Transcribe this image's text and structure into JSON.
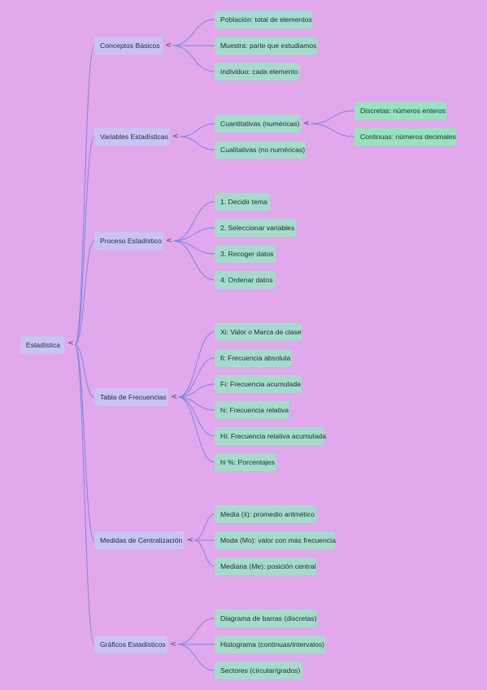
{
  "colors": {
    "background": "#e1a8ec",
    "root_node": "#c9c3f3",
    "category_node": "#c9c3f3",
    "leaf_node": "#a4dccb",
    "subleaf_node": "#96e3bd",
    "connector": "#7a86e0"
  },
  "collapse_glyph": "<",
  "mindmap": {
    "root": "Estadística",
    "categories": [
      {
        "label": "Conceptos Básicos",
        "children": [
          {
            "label": "Población: total de elementos"
          },
          {
            "label": "Muestra: parte que estudiamos"
          },
          {
            "label": "Individuo: cada elemento"
          }
        ]
      },
      {
        "label": "Variables Estadísticas",
        "children": [
          {
            "label": "Cuantitativas (numéricas)",
            "children": [
              {
                "label": "Discretas: números enteros"
              },
              {
                "label": "Continuas: números decimales"
              }
            ]
          },
          {
            "label": "Cualitativas (no numéricas)"
          }
        ]
      },
      {
        "label": "Proceso Estadístico",
        "children": [
          {
            "label": "1. Decidir tema"
          },
          {
            "label": "2. Seleccionar variables"
          },
          {
            "label": "3. Recoger datos"
          },
          {
            "label": "4. Ordenar datos"
          }
        ]
      },
      {
        "label": "Tabla de Frecuencias",
        "children": [
          {
            "label": "Xi: Valor o Marca de clase"
          },
          {
            "label": "fi: Frecuencia absoluta"
          },
          {
            "label": "Fi: Frecuencia acumulada"
          },
          {
            "label": "hi: Frecuencia relativa"
          },
          {
            "label": "Hi: Frecuencia relativa acumulada"
          },
          {
            "label": "hi %: Porcentajes"
          }
        ]
      },
      {
        "label": "Medidas de Centralización",
        "children": [
          {
            "label": "Media (x̄): promedio aritmético"
          },
          {
            "label": "Moda (Mo): valor con más frecuencia"
          },
          {
            "label": "Mediana (Me): posición central"
          }
        ]
      },
      {
        "label": "Gráficos Estadísticos",
        "children": [
          {
            "label": "Diagrama de barras (discretas)"
          },
          {
            "label": "Histograma (continuas/intervalos)"
          },
          {
            "label": "Sectores (circular/grados)"
          }
        ]
      }
    ]
  }
}
